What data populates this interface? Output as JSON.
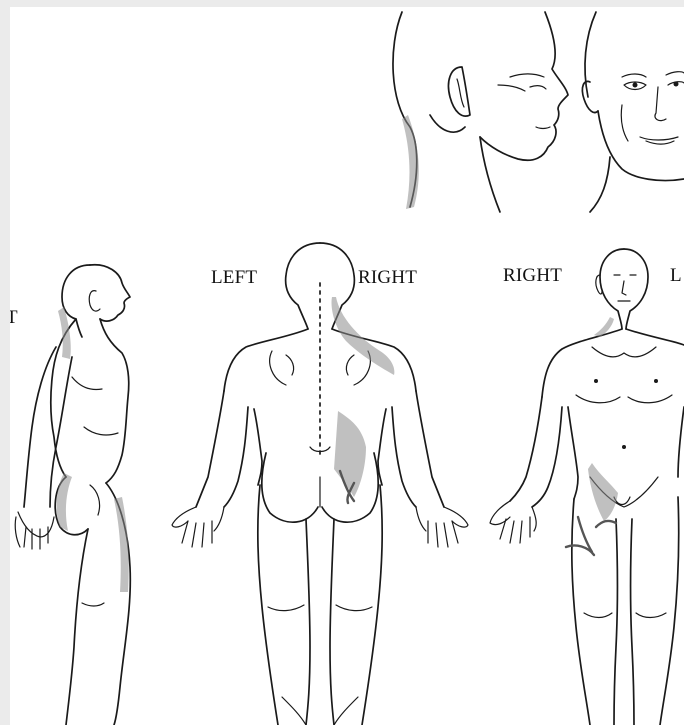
{
  "labels": {
    "back_left": "LEFT",
    "back_right": "RIGHT",
    "front_right": "RIGHT",
    "front_left": "L",
    "side_partial": "T"
  },
  "views": [
    "head-side",
    "head-front",
    "body-side",
    "body-back",
    "body-front"
  ],
  "colors": {
    "outline": "#1a1a1a",
    "pain_shading": "#8d8d8d",
    "background": "#ffffff"
  }
}
